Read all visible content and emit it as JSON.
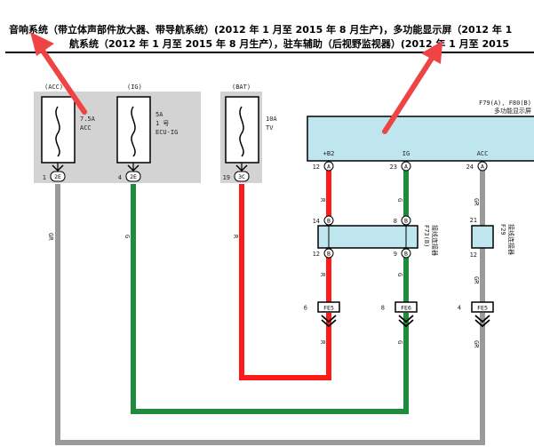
{
  "header": {
    "line1": "音响系统（带立体声部件放大器、带导航系统）(2012 年 1 月至 2015 年 8 月生产)，多功能显示屏（2012 年 1",
    "line2": "航系统（2012 年 1 月至 2015 年 8 月生产），驻车辅助（后视野监视器）(2012 年 1 月至 2015"
  },
  "fuses": [
    {
      "source": "(ACC)",
      "rating": "7.5A",
      "name": "ACC"
    },
    {
      "source": "(IG)",
      "rating": "5A",
      "number": "1 号",
      "name": "ECU-IG"
    },
    {
      "source": "(BAT)",
      "rating": "10A",
      "name": "TV"
    }
  ],
  "fuse_terminals": [
    {
      "pin": "1",
      "code": "2E"
    },
    {
      "pin": "4",
      "code": "2E"
    },
    {
      "pin": "19",
      "code": "3C"
    }
  ],
  "display_unit": {
    "code": "F79(A), F80(B)",
    "name": "多功能显示屏",
    "terminals": [
      "+B2",
      "IG",
      "ACC"
    ]
  },
  "pins": {
    "a12": {
      "num": "12",
      "letter": "A"
    },
    "a23": {
      "num": "23",
      "letter": "A"
    },
    "a24": {
      "num": "24",
      "letter": "A"
    },
    "b14": {
      "num": "14",
      "letter": "B"
    },
    "b8": {
      "num": "8",
      "letter": "B"
    },
    "b12": {
      "num": "12",
      "letter": "B"
    },
    "b9": {
      "num": "9",
      "letter": "B"
    },
    "f29_top": "21",
    "f29_bottom": "12"
  },
  "junctions": [
    {
      "code": "F73(B)",
      "name": "接线连接器"
    },
    {
      "code": "F29",
      "name": "接线连接器"
    }
  ],
  "connectors": [
    {
      "pin": "6",
      "code": "FE5"
    },
    {
      "pin": "8",
      "code": "FE6"
    },
    {
      "pin": "4",
      "code": "FE5"
    }
  ],
  "wire_labels": {
    "gr": "GR",
    "g": "G",
    "r": "R"
  },
  "colors": {
    "wire_red": "#ff1a1a",
    "wire_green": "#1e8c3c",
    "wire_gray": "#9a9a9a",
    "panel_gray": "#d3d3d3",
    "component_fill": "#bfe6ee",
    "annotation_red": "#ee4444"
  }
}
